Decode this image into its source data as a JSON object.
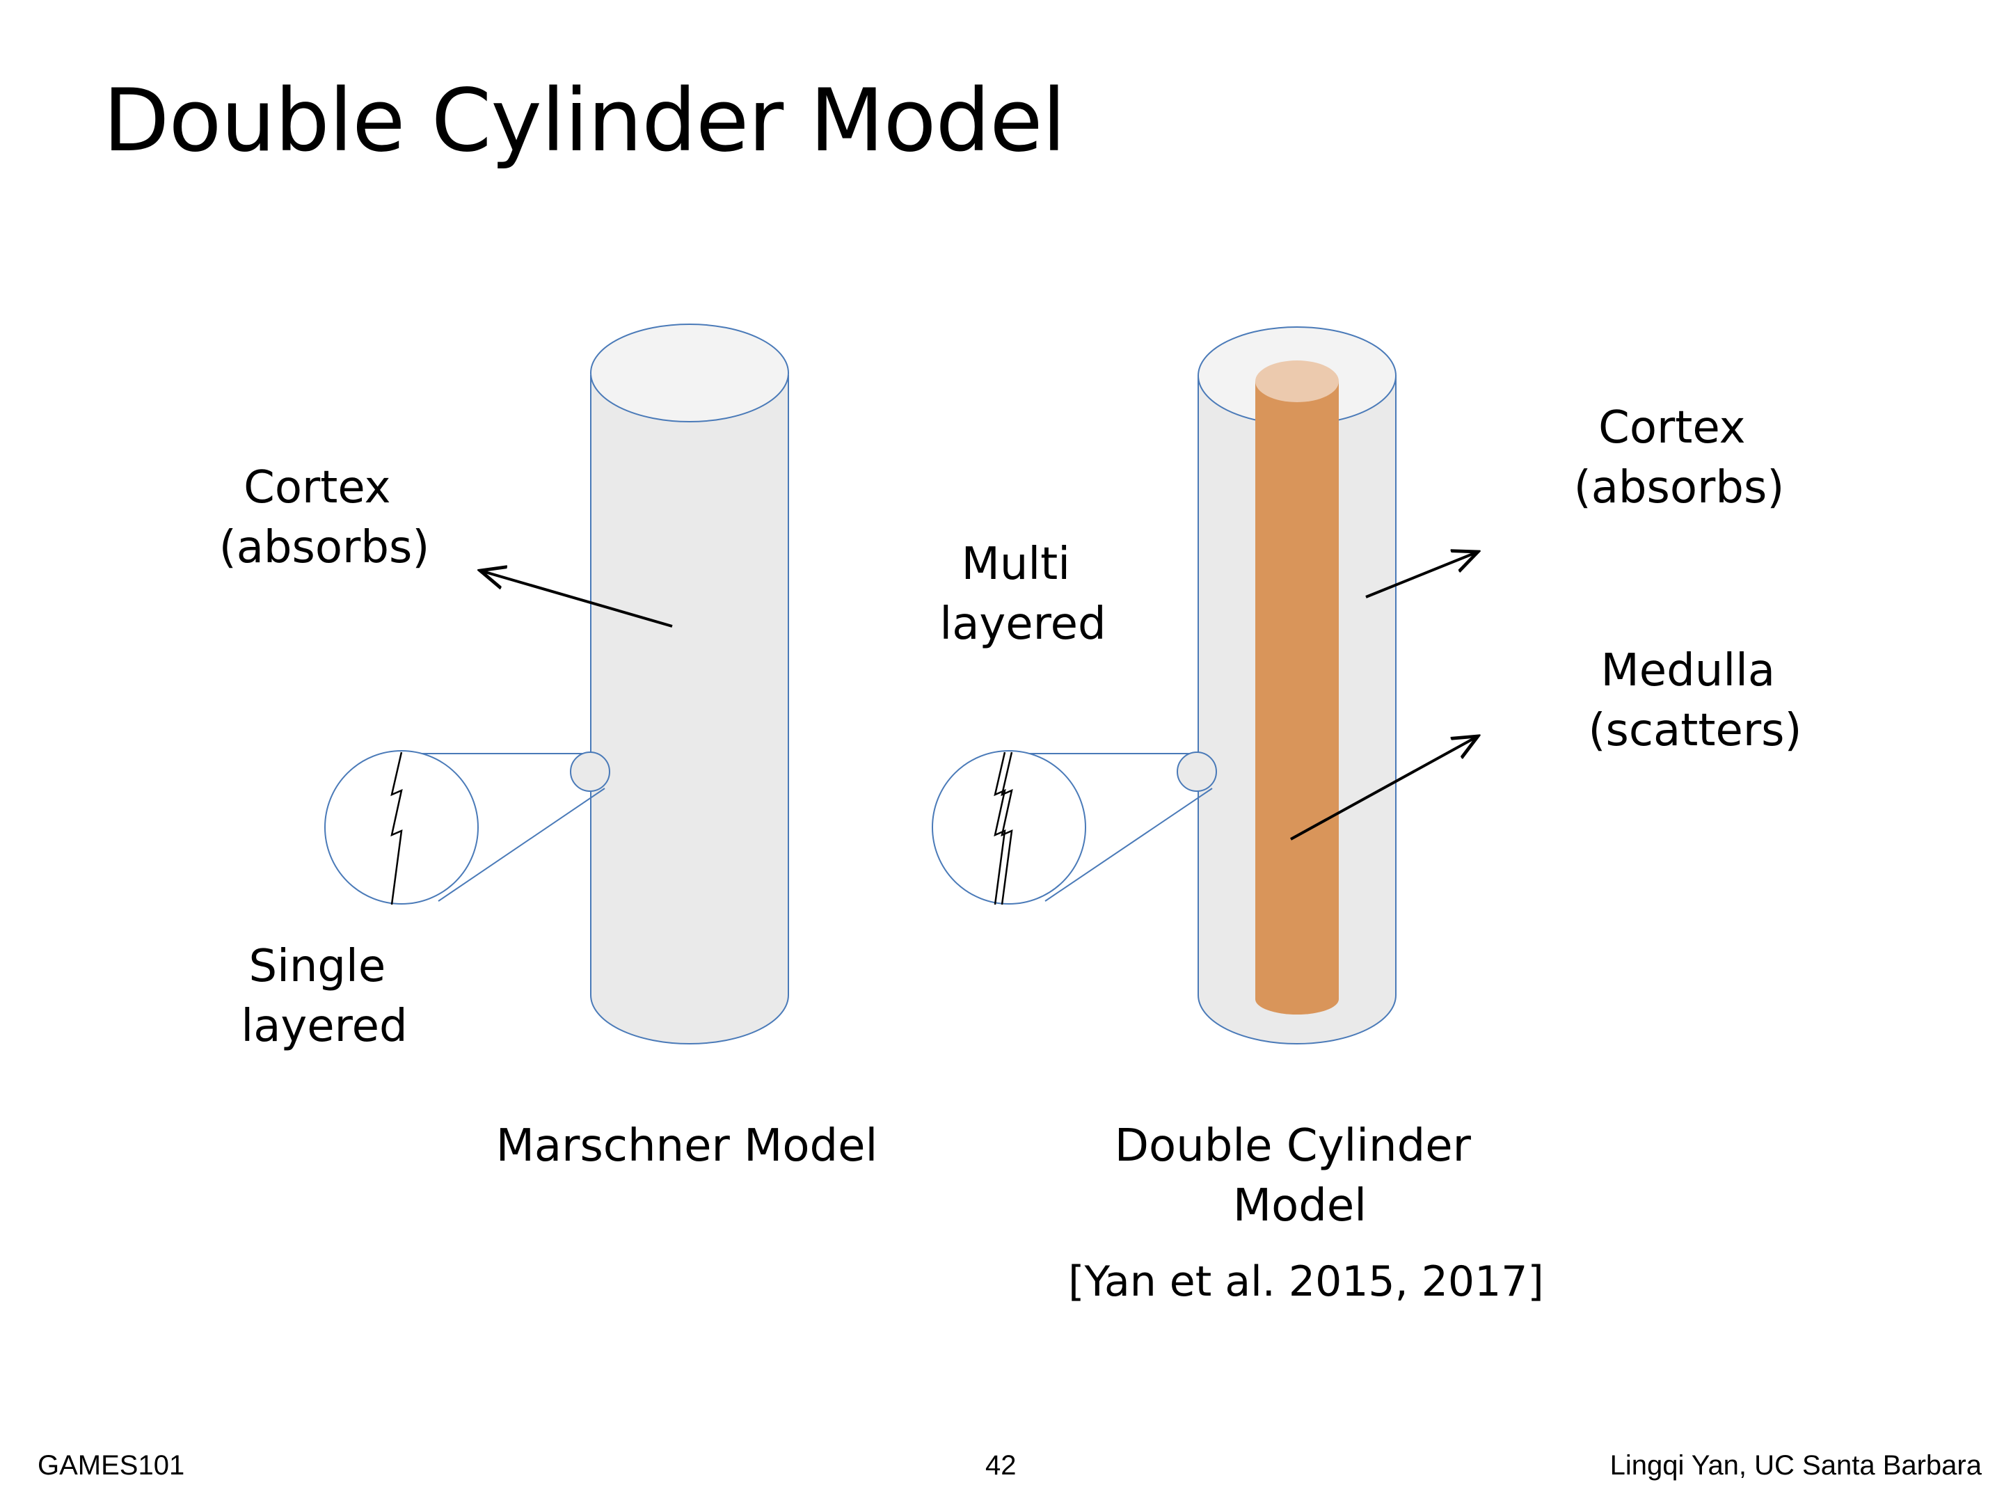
{
  "title": "Double Cylinder Model",
  "left_diagram": {
    "cortex_label": [
      "Cortex",
      "(absorbs)"
    ],
    "layer_label": [
      "Single",
      "layered"
    ],
    "caption": "Marschner Model"
  },
  "right_diagram": {
    "layer_label": [
      "Multi",
      "layered"
    ],
    "cortex_label": [
      "Cortex",
      "(absorbs)"
    ],
    "medulla_label": [
      "Medulla",
      "(scatters)"
    ],
    "caption": [
      "Double Cylinder",
      "Model"
    ],
    "citation": "[Yan et al. 2015, 2017]"
  },
  "colors": {
    "cylinder_fill": "#eaeaea",
    "cylinder_top": "#f3f3f3",
    "cylinder_stroke": "#4a7ab8",
    "medulla_fill": "#d9955a",
    "medulla_top": "#eccaae"
  },
  "footer": {
    "left": "GAMES101",
    "page_number": "42",
    "right": "Lingqi Yan, UC Santa Barbara"
  }
}
